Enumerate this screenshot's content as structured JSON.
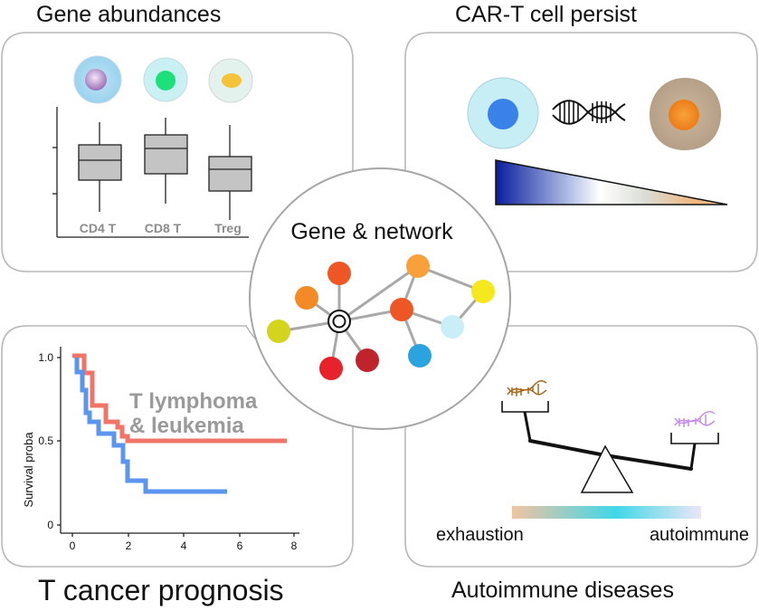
{
  "panels": {
    "gene_abundances": {
      "title": "Gene abundances",
      "categories": [
        "CD4 T",
        "CD8 T",
        "Treg"
      ]
    },
    "cart": {
      "title": "CAR-T cell persist"
    },
    "center": {
      "title": "Gene & network"
    },
    "prognosis": {
      "title": "T cancer prognosis",
      "ylabel": "Survival proba",
      "annotation_line1": "T lymphoma",
      "annotation_line2": "& leukemia",
      "yticks": [
        "1.0",
        "0.5",
        "0"
      ],
      "xticks": [
        "0",
        "2",
        "4",
        "6",
        "8"
      ]
    },
    "autoimmune": {
      "title": "Autoimmune diseases",
      "left_label": "exhaustion",
      "right_label": "autoimmune"
    }
  },
  "colors": {
    "panel_border": "#b8b8b8",
    "box_fill": "#c4c4c4",
    "tick_label_gray": "#8c8c8c",
    "red_curve": "#f07468",
    "blue_curve": "#5b95ef",
    "annotation_gray": "#9a9a9a"
  },
  "icons": [
    "cd4-cell-icon",
    "cd8-cell-icon",
    "treg-cell-icon",
    "blue-cell-icon",
    "dna-icon",
    "tan-cell-icon",
    "balance-scale-icon"
  ]
}
